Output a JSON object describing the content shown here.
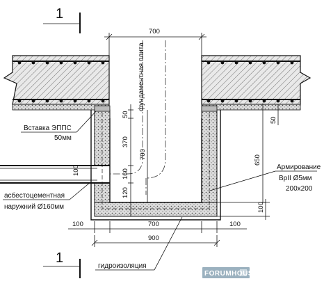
{
  "section_mark": "1",
  "dimensions": {
    "top_width": "700",
    "wall_top": "50",
    "wall_mid": "370",
    "pipe": "160",
    "wall_low": "120",
    "inner_height": "700",
    "right_height": "650",
    "right_top": "50",
    "bottom_slab": "100",
    "left_ext": "100",
    "inner_width": "700",
    "right_ext": "100",
    "total_width": "900",
    "pipe_small": "100"
  },
  "labels": {
    "foundation_slab": "фундаментная плита",
    "epps_insert": "Вставка ЭППС",
    "epps_thickness": "50мм",
    "pipe_line1": "асбестоцементная",
    "pipe_line2": "наружний Ø160мм",
    "reinforcement_title": "Армирование",
    "reinforcement_spec": "BpII Ø5мм",
    "reinforcement_grid": "200x200",
    "waterproofing": "гидроизоляция"
  },
  "watermark": "FORUMHOUSE"
}
